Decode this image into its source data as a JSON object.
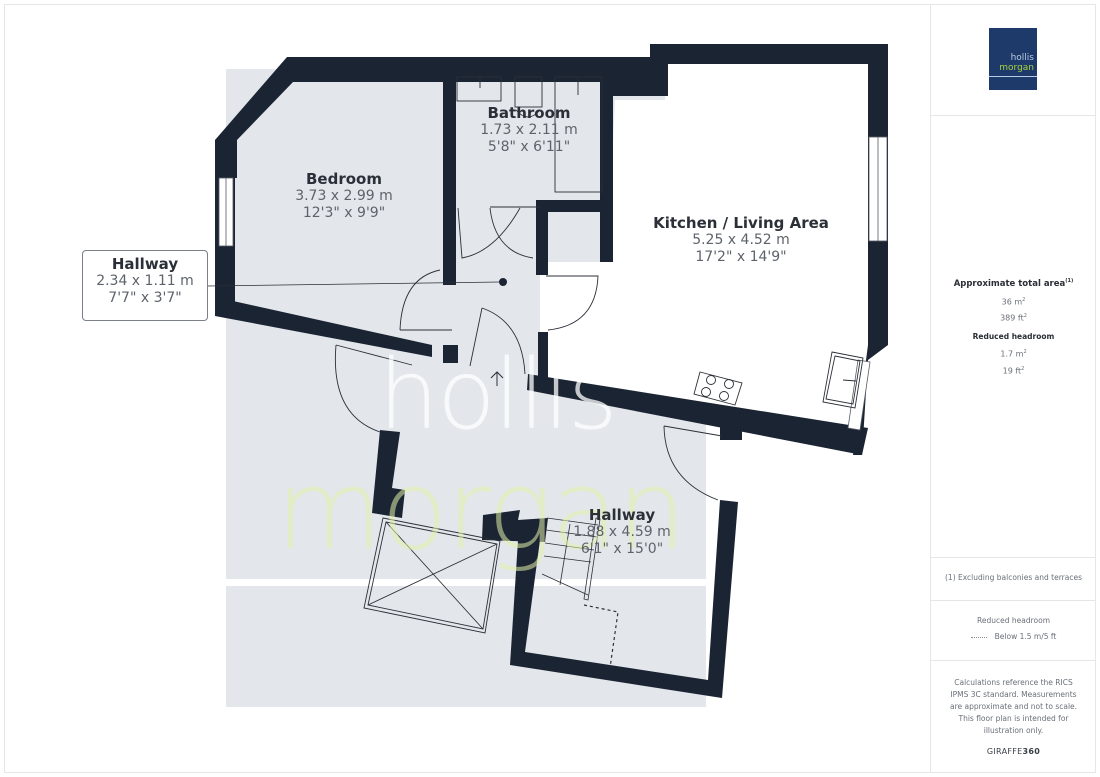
{
  "brand": {
    "logo_line1": "hollis",
    "logo_line2": "morgan",
    "logo_bg": "#1d3a6b",
    "logo_accent": "#a6d13b",
    "watermark_line1": "hollis",
    "watermark_line2": "morgan"
  },
  "rooms": [
    {
      "name": "Bedroom",
      "metric": "3.73 x 2.99 m",
      "imperial": "12'3\" x 9'9\""
    },
    {
      "name": "Bathroom",
      "metric": "1.73 x 2.11 m",
      "imperial": "5'8\" x 6'11\""
    },
    {
      "name": "Kitchen / Living Area",
      "metric": "5.25 x 4.52 m",
      "imperial": "17'2\" x 14'9\""
    },
    {
      "name": "Hallway",
      "metric": "2.34 x 1.11 m",
      "imperial": "7'7\" x 3'7\""
    },
    {
      "name": "Hallway",
      "metric": "1.88 x 4.59 m",
      "imperial": "6'1\" x 15'0\""
    }
  ],
  "sidebar": {
    "total_area_title": "Approximate total area",
    "total_area_footnote": "(1)",
    "total_area_m2": "36 m",
    "total_area_ft2": "389 ft",
    "reduced_headroom_title": "Reduced headroom",
    "reduced_headroom_m2": "1.7 m",
    "reduced_headroom_ft2": "19 ft",
    "squared": "2",
    "footnote": "(1) Excluding balconies and terraces",
    "legend_title": "Reduced headroom",
    "legend_item": "Below 1.5 m/5 ft",
    "disclaimer": "Calculations reference the RICS IPMS 3C standard. Measurements are approximate and not to scale. This floor plan is intended for illustration only.",
    "credit_light": "GIRAFFE",
    "credit_bold": "360"
  },
  "colors": {
    "wall": "#1b2433",
    "floor_shade": "#e3e7ec",
    "text_dark": "#2b2f37",
    "text_muted": "#5e636b"
  }
}
